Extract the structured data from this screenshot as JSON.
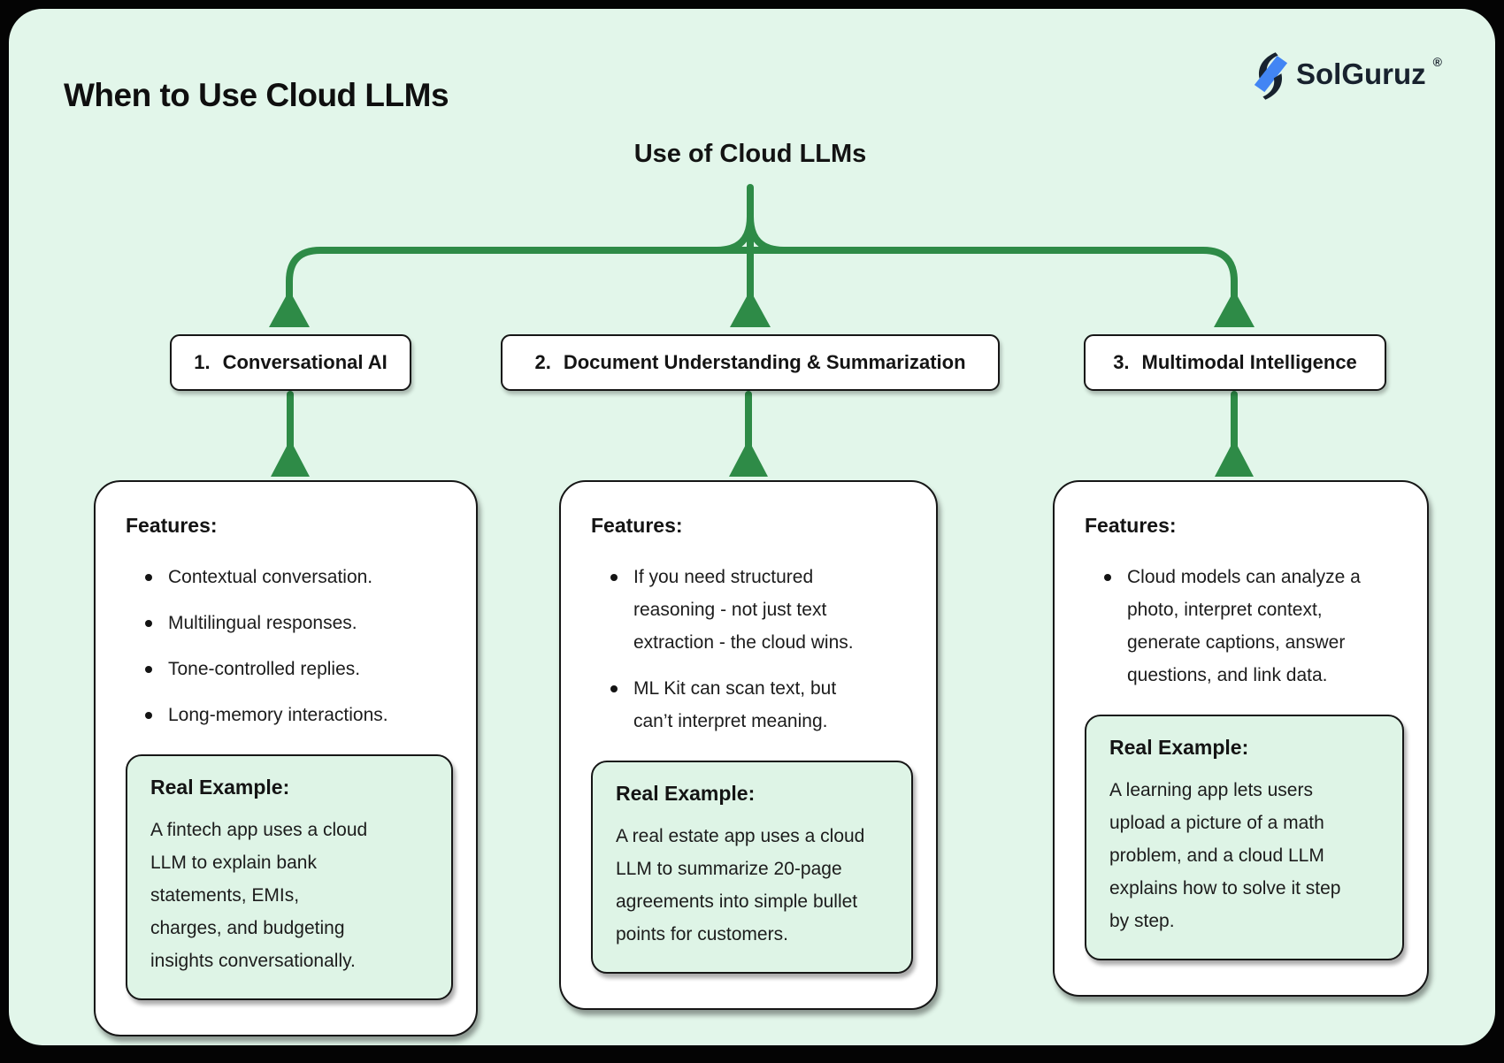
{
  "page": {
    "title": "When to Use Cloud LLMs",
    "root_label": "Use of Cloud LLMs"
  },
  "logo": {
    "text": "SolGuruz",
    "registered_mark": "®"
  },
  "colors": {
    "background_mint": "#e2f6ea",
    "frame_black": "#040404",
    "connector_green": "#2e8b47",
    "card_white": "#ffffff",
    "example_mint": "#def4e6",
    "logo_blue": "#4285f4",
    "logo_dark": "#18222e"
  },
  "branches": [
    {
      "number": "1.",
      "title": "Conversational AI",
      "features_label": "Features:",
      "features": [
        "Contextual conversation.",
        "Multilingual responses.",
        "Tone-controlled replies.",
        "Long-memory interactions."
      ],
      "example_label": "Real Example:",
      "example": "A fintech app uses a cloud LLM to explain bank statements, EMIs, charges, and budgeting insights conversationally."
    },
    {
      "number": "2.",
      "title": "Document Understanding & Summarization",
      "features_label": "Features:",
      "features": [
        "If you need structured reasoning - not just text extraction - the cloud wins.",
        "ML Kit can scan text, but can’t interpret meaning."
      ],
      "example_label": "Real Example:",
      "example": "A real estate app uses a cloud LLM to summarize 20-page agreements into simple bullet points for customers."
    },
    {
      "number": "3.",
      "title": "Multimodal Intelligence",
      "features_label": "Features:",
      "features": [
        "Cloud models can analyze a photo, interpret context, generate captions, answer questions, and link data."
      ],
      "example_label": "Real Example:",
      "example": "A learning app lets users upload a picture of a math problem, and a cloud LLM explains how to solve it step by step."
    }
  ]
}
